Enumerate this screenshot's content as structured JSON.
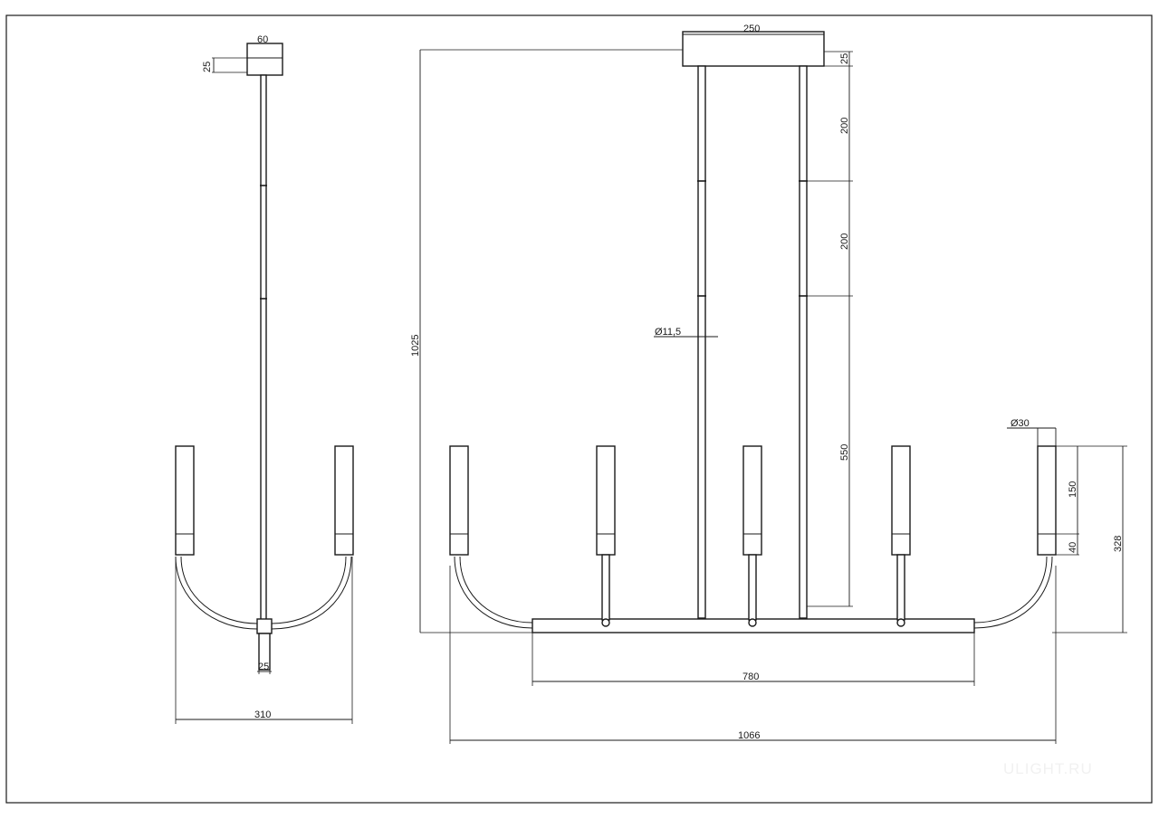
{
  "drawing": {
    "side_view": {
      "dim_canopy_width": "60",
      "dim_canopy_height": "25",
      "dim_hub": "25",
      "dim_overall_width": "310"
    },
    "front_view": {
      "dim_canopy_width": "250",
      "dim_canopy_height": "25",
      "dim_rod_segment_1": "200",
      "dim_rod_segment_2": "200",
      "dim_rod_segment_3": "550",
      "dim_overall_height": "1025",
      "dim_rod_diameter": "Ø11,5",
      "dim_shade_diameter": "Ø30",
      "dim_shade_height": "150",
      "dim_shade_base": "40",
      "dim_arm_height": "328",
      "dim_bar_length": "780",
      "dim_overall_width": "1066"
    },
    "watermark": "ULIGHT.RU"
  }
}
